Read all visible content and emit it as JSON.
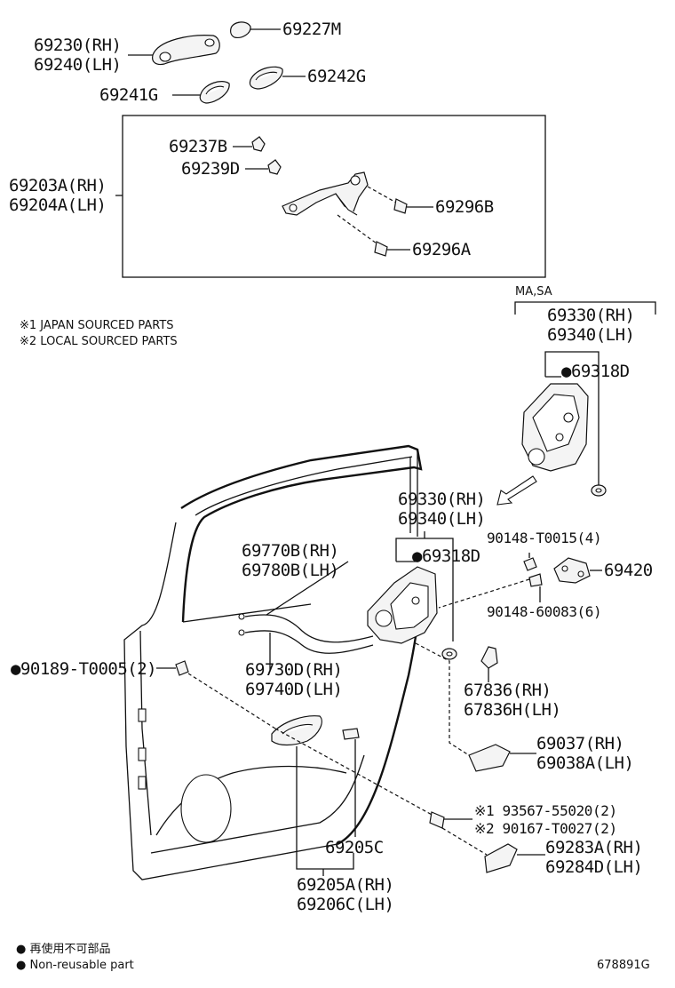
{
  "labels": {
    "l_69230": "69230(RH)",
    "l_69240": "69240(LH)",
    "l_69227M": "69227M",
    "l_69242G": "69242G",
    "l_69241G": "69241G",
    "l_69237B": "69237B",
    "l_69239D": "69239D",
    "l_69203A": "69203A(RH)",
    "l_69204A": "69204A(LH)",
    "l_69296B": "69296B",
    "l_69296A": "69296A",
    "l_masa": "MA,SA",
    "l_69330_a": "69330(RH)",
    "l_69340_a": "69340(LH)",
    "l_69318D_a": "●69318D",
    "l_69330_b": "69330(RH)",
    "l_69340_b": "69340(LH)",
    "l_69318D_b": "●69318D",
    "l_69770B": "69770B(RH)",
    "l_69780B": "69780B(LH)",
    "l_90148_T0015": "90148-T0015(4)",
    "l_69420": "69420",
    "l_90148_60083": "90148-60083(6)",
    "l_90189": "●90189-T0005(2)",
    "l_69730D": "69730D(RH)",
    "l_69740D": "69740D(LH)",
    "l_67836": "67836(RH)",
    "l_67836H": "67836H(LH)",
    "l_69037": "69037(RH)",
    "l_69038A": "69038A(LH)",
    "l_93567": "※1 93567-55020(2)",
    "l_90167": "※2 90167-T0027(2)",
    "l_69283A": "69283A(RH)",
    "l_69284D": "69284D(LH)",
    "l_69205C": "69205C",
    "l_69205A": "69205A(RH)",
    "l_69206C": "69206C(LH)"
  },
  "notes": {
    "japan": "※1 JAPAN SOURCED PARTS",
    "local": "※2 LOCAL SOURCED PARTS",
    "legend_jp": "● 再使用不可部品",
    "legend_en": "● Non-reusable part",
    "ref": "678891G"
  }
}
